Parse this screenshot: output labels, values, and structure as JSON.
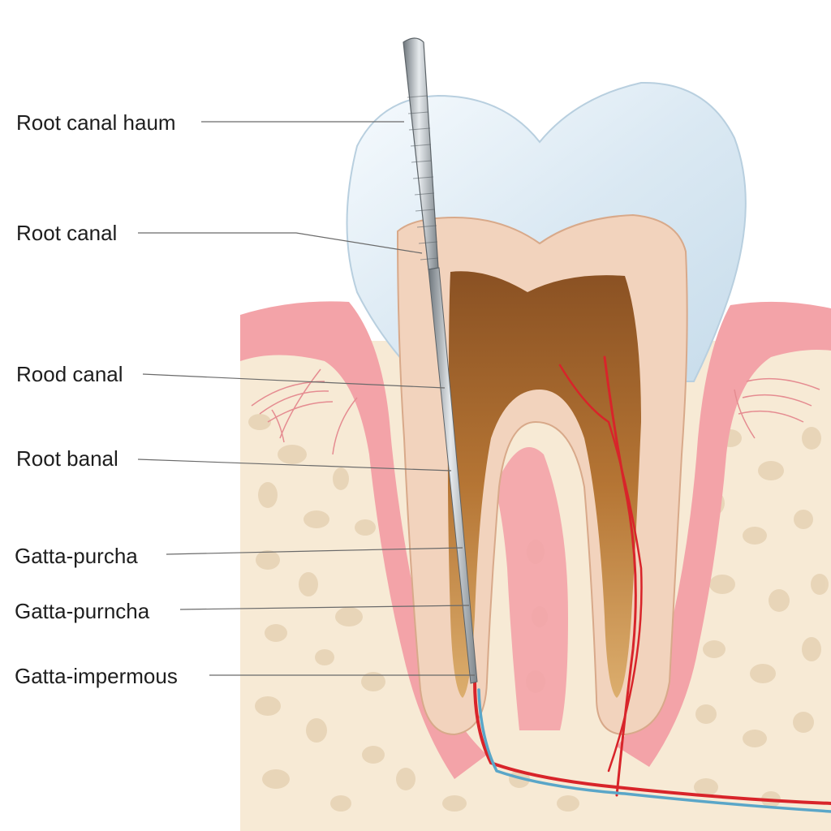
{
  "labels": [
    {
      "id": "label-1",
      "text": "Root canal haum"
    },
    {
      "id": "label-2",
      "text": "Root canal"
    },
    {
      "id": "label-3",
      "text": "Rood canal"
    },
    {
      "id": "label-4",
      "text": "Root banal"
    },
    {
      "id": "label-5",
      "text": "Gatta-purcha"
    },
    {
      "id": "label-6",
      "text": "Gatta-purncha"
    },
    {
      "id": "label-7",
      "text": "Gatta-impermous"
    }
  ],
  "colors": {
    "enamel": "#dbe9f3",
    "dentin": "#f2d3bd",
    "pulp": "#b57534",
    "gum": "#f3a3a8",
    "bone": "#f7ead5",
    "bone_spot": "#e6d2b4",
    "instrument": "#9aa2a8",
    "nerve_red": "#d8242a",
    "nerve_blue": "#5aa6c8",
    "leader": "#6a6a6a"
  }
}
